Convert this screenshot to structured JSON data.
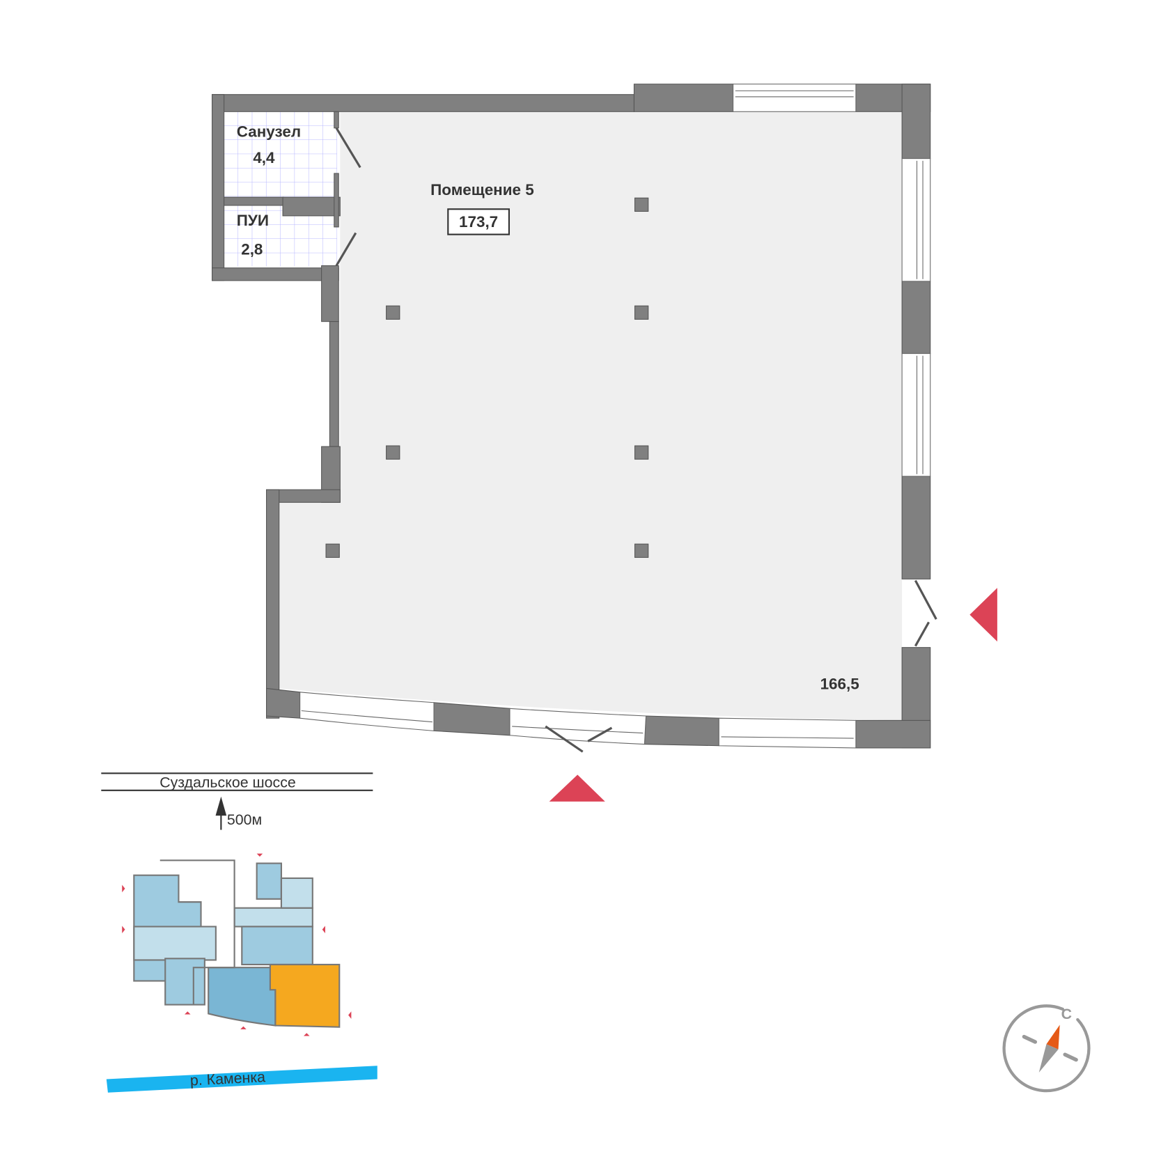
{
  "plan": {
    "main_room_name": "Помещение 5",
    "main_room_area": "173,7",
    "bathroom_name": "Санузел",
    "bathroom_area": "4,4",
    "storage_name": "ПУИ",
    "storage_area": "2,8",
    "floor_height_mark": "166,5"
  },
  "location": {
    "road_name": "Суздальское шоссе",
    "road_distance": "500м",
    "river_name": "р. Каменка"
  },
  "compass": {
    "north_letter": "С"
  },
  "colors": {
    "wall": "#808080",
    "floor": "#efefef",
    "entrance_marker": "#dc4356",
    "highlight_unit": "#f5a81f",
    "river": "#1ab4f0",
    "compass_needle": "#e55a17"
  }
}
